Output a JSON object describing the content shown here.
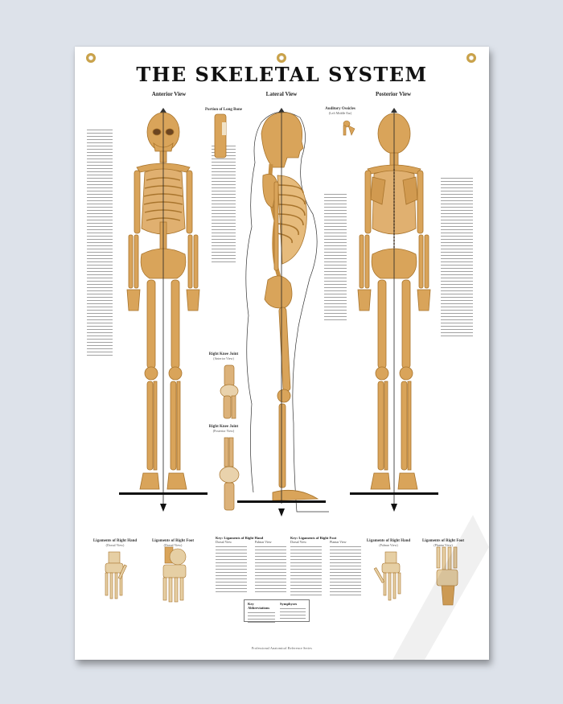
{
  "poster": {
    "title": "THE SKELETAL SYSTEM",
    "views": {
      "anterior": "Anterior View",
      "lateral": "Lateral View",
      "posterior": "Posterior View"
    },
    "insets": {
      "long_bone": "Portion of Long Bone",
      "auditory": "Auditory Ossicles",
      "auditory_sub": "(Left Middle Ear)",
      "knee_anterior": "Right Knee Joint",
      "knee_anterior_sub": "(Anterior View)",
      "knee_posterior": "Right Knee Joint",
      "knee_posterior_sub": "(Posterior View)"
    },
    "bottom_panels": {
      "hand_dorsal": "Ligaments of Right Hand",
      "hand_dorsal_sub": "(Dorsal View)",
      "foot_dorsal": "Ligaments of Right Foot",
      "foot_dorsal_sub": "(Dorsal View)",
      "key_hand": "Key: Ligaments of Right Hand",
      "key_foot": "Key: Ligaments of Right Foot",
      "hand_palmar": "Ligaments of Right Hand",
      "hand_palmar_sub": "(Palmar View)",
      "foot_plantar": "Ligaments of Right Foot",
      "foot_plantar_sub": "(Plantar View)"
    },
    "key_columns": {
      "hand_left_header": "Dorsal View",
      "hand_right_header": "Palmar View",
      "foot_left_header": "Dorsal View",
      "foot_right_header": "Plantar View"
    },
    "legend": {
      "left_title": "Key Abbreviations",
      "right_title": "Symphyses"
    },
    "footer": "Professional Anatomical Reference Series"
  },
  "colors": {
    "background": "#dde2ea",
    "poster": "#ffffff",
    "bone": "#d9a45a",
    "bone_dark": "#b07a30",
    "grommet": "#c9a24a",
    "title": "#111111"
  }
}
